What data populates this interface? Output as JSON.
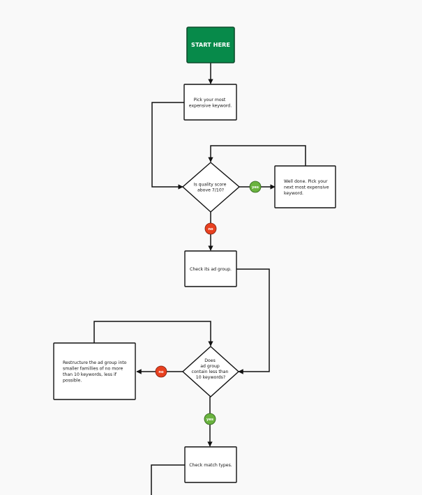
{
  "start": {
    "label": "START HERE"
  },
  "pick_keyword": {
    "lines": [
      "Pick your most",
      "expensive keyword."
    ]
  },
  "quality_decision": {
    "lines": [
      "Is quality score",
      "above 7/10?"
    ]
  },
  "well_done": {
    "lines": [
      "Well done. Pick your",
      "next most expensive",
      "keyword."
    ]
  },
  "check_ad_group": {
    "lines": [
      "Check its ad group."
    ]
  },
  "ad_group_decision": {
    "lines": [
      "Does",
      "ad group",
      "contain less than",
      "10 keywords?"
    ]
  },
  "restructure": {
    "lines": [
      "Restructure the ad group into",
      "smaller famillies of no more",
      "than 10 keywords, less if",
      "possible."
    ]
  },
  "check_match_types": {
    "lines": [
      "Check match types."
    ]
  },
  "badges": {
    "yes": "yes",
    "no": "no"
  },
  "colors": {
    "start_fill": "#078a4a",
    "start_border": "#0f4d2d",
    "yes": "#6ab33f",
    "no": "#e8401f"
  }
}
